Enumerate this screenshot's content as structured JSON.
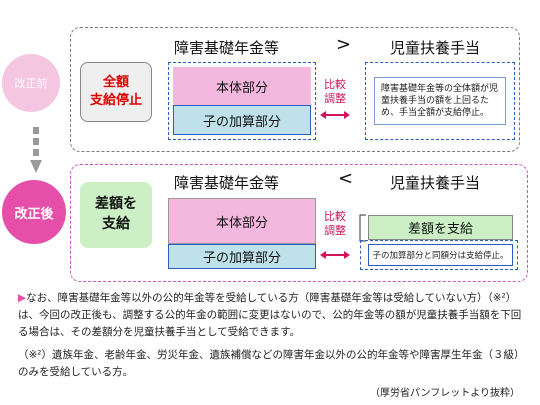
{
  "before": {
    "badge": "改正前",
    "status_line1": "全額",
    "status_line2": "支給停止",
    "pension_header": "障害基礎年金等",
    "comparison": ">",
    "child_header": "児童扶養手当",
    "main_part": "本体部分",
    "child_addition": "子の加算部分",
    "adjust_line1": "比較",
    "adjust_line2": "調整",
    "child_note": "障害基礎年金等の全体額が児童扶養手当の額を上回るため、手当全額が支給停止。"
  },
  "after": {
    "badge": "改正後",
    "status_line1": "差額を",
    "status_line2": "支給",
    "pension_header": "障害基礎年金等",
    "comparison": "<",
    "child_header": "児童扶養手当",
    "main_part": "本体部分",
    "child_addition": "子の加算部分",
    "adjust_line1": "比較",
    "adjust_line2": "調整",
    "difference_label": "差額を支給",
    "child_note": "子の加算部分と同額分は支給停止。"
  },
  "notes": {
    "marker": "▶",
    "main": "なお、障害基礎年金等以外の公的年金等を受給している方（障害基礎年金等は受給していない方）（※²）は、今回の改正後も、調整する公的年金の範囲に変更はないので、公的年金等の額が児童扶養手当額を下回る場合は、その差額分を児童扶養手当として受給できます。",
    "footnote": "（※²）遺族年金、老齢年金、労災年金、遺族補償などの障害年金以外の公的年金等や障害厚生年金（３級）のみを受給している方。",
    "source": "（厚労省パンフレットより抜粋）"
  }
}
